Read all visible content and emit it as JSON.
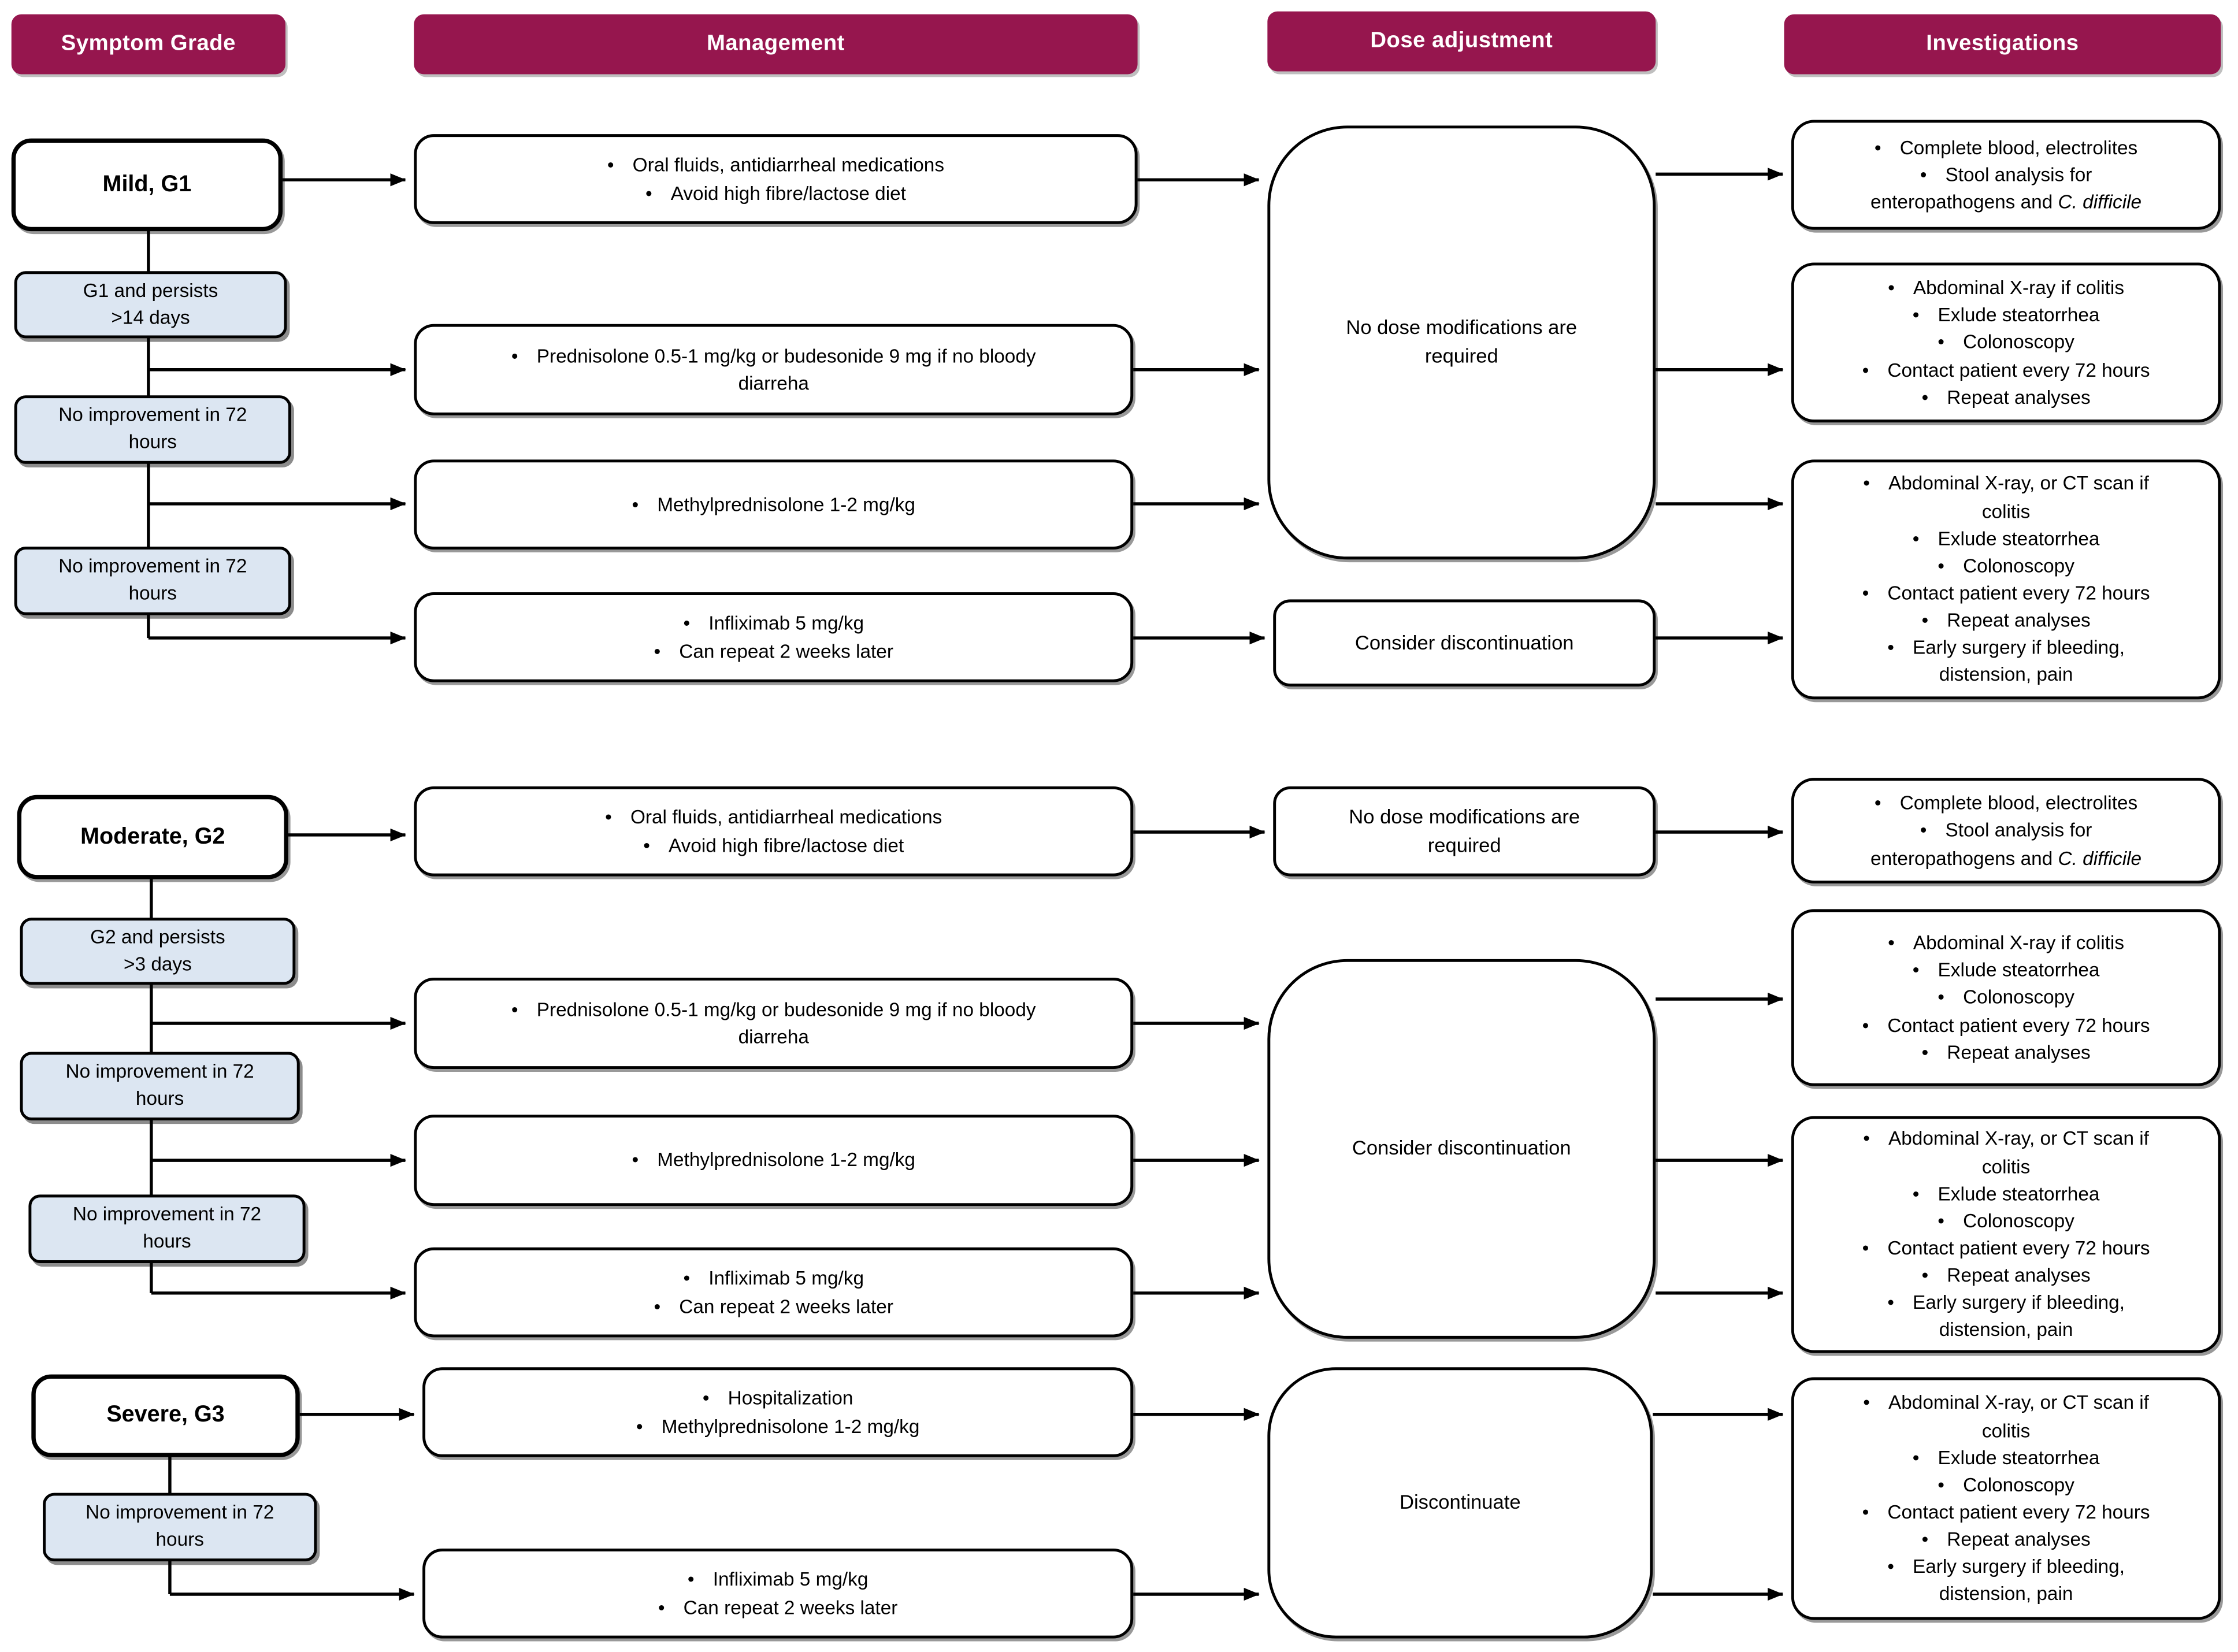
{
  "palette": {
    "header_bg": "#96164e",
    "header_text": "#ffffff",
    "condition_fill": "#dce6f2",
    "box_border": "#000000",
    "canvas_bg": "#ffffff"
  },
  "headers": [
    {
      "label": "Symptom Grade"
    },
    {
      "label": "Management"
    },
    {
      "label": "Dose adjustment"
    },
    {
      "label": "Investigations"
    }
  ],
  "grades": {
    "mild": {
      "label": "Mild, G1"
    },
    "moderate": {
      "label": "Moderate, G2"
    },
    "severe": {
      "label": "Severe, G3"
    }
  },
  "conditions": {
    "g1_persists": "G1 and persists\n>14 days",
    "g2_persists": "G2 and persists\n>3 days",
    "no_improvement": "No improvement in 72\nhours"
  },
  "management": {
    "oral_fluids": [
      "Oral fluids, antidiarrheal medications",
      "Avoid high fibre/lactose diet"
    ],
    "prednisolone": [
      "Prednisolone 0.5-1 mg/kg or budesonide 9 mg if no bloody\ndiarreha"
    ],
    "methylprednisolone": [
      "Methylprednisolone 1-2 mg/kg"
    ],
    "infliximab": [
      "Infliximab 5 mg/kg",
      "Can repeat 2 weeks later"
    ],
    "hospitalization": [
      "Hospitalization",
      "Methylprednisolone 1-2 mg/kg"
    ]
  },
  "dose": {
    "no_modifications": "No dose modifications are\nrequired",
    "consider_discontinuation": "Consider discontinuation",
    "discontinuate": "Discontinuate"
  },
  "investigations": {
    "blood_stool": [
      "Complete blood, electrolites",
      [
        {
          "t": "Stool analysis for\nenteropathogens and "
        },
        {
          "t": "C. difficile",
          "i": true
        }
      ]
    ],
    "xray": [
      "Abdominal X-ray if colitis",
      "Exlude steatorrhea",
      "Colonoscopy",
      "Contact patient every 72 hours",
      "Repeat analyses"
    ],
    "ct": [
      "Abdominal X-ray, or CT scan if\ncolitis",
      "Exlude steatorrhea",
      "Colonoscopy",
      "Contact patient every 72 hours",
      "Repeat analyses",
      "Early surgery if bleeding,\ndistension, pain"
    ]
  }
}
